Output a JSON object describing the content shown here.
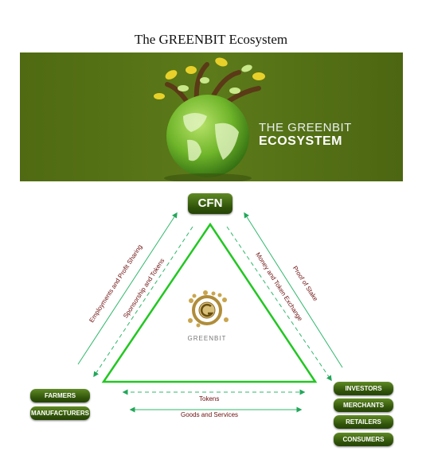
{
  "title": "The GREENBIT Ecosystem",
  "banner": {
    "line1": "THE GREENBIT",
    "line2": "ECOSYSTEM"
  },
  "center_logo": "GREENBIT",
  "nodes": {
    "top": "CFN",
    "left": [
      "FARMERS",
      "MANUFACTURERS"
    ],
    "right": [
      "INVESTORS",
      "MERCHANTS",
      "RETAILERS",
      "CONSUMERS"
    ]
  },
  "flows": {
    "left_outer": "Employments and Profit Sharing",
    "left_inner": "Sponsorship and Tokens",
    "right_inner": "Money and Token Exchange",
    "right_outer": "Proof  of Stake",
    "bottom_top": "Tokens",
    "bottom_bottom": "Goods and Services"
  },
  "colors": {
    "banner": "#5a7619",
    "triangle": "#22c722",
    "arrow": "#3bbf6a",
    "pill": "#2f5209",
    "label": "#6b0e0e"
  }
}
